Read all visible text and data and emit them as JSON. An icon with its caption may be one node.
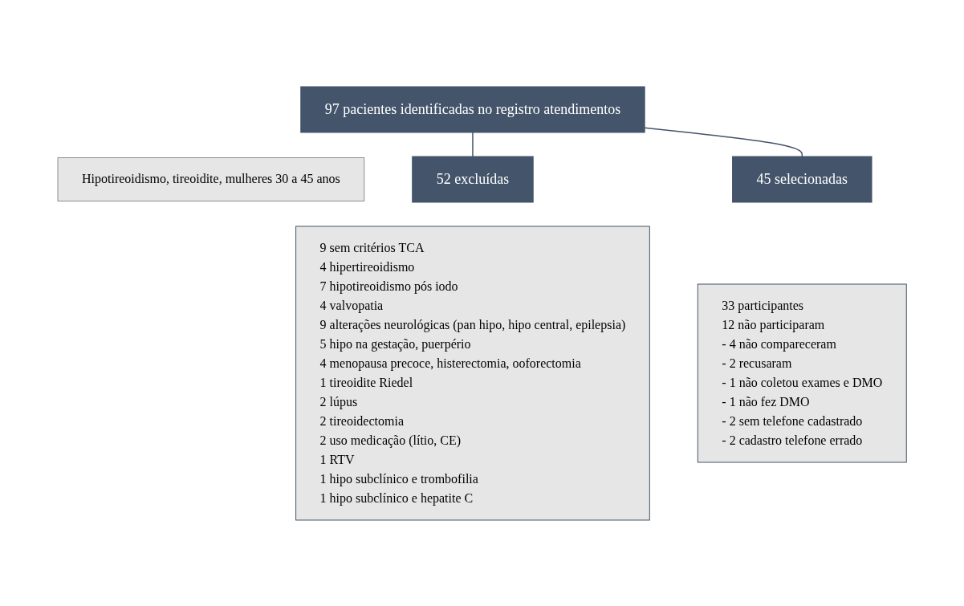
{
  "diagram": {
    "nodes": [
      {
        "text": [
          "97 pacientes identificadas no registro atendimentos"
        ]
      },
      {
        "text": [
          "Hipotireoidismo, tireoidite, mulheres 30 a 45 anos"
        ]
      },
      {
        "text": [
          "52 excluídas"
        ]
      },
      {
        "text": [
          "9 sem critérios TCA",
          "4 hipertireoidismo",
          "7 hipotireoidismo pós iodo",
          "4 valvopatia",
          "9 alterações neurológicas (pan hipo, hipo central, epilepsia)",
          "5 hipo na gestação, puerpério",
          "4 menopausa precoce, histerectomia, ooforectomia",
          "1 tireoidite Riedel",
          "2 lúpus",
          "2 tireoidectomia",
          "2 uso medicação (lítio, CE)",
          "1 RTV",
          "1 hipo subclínico e trombofilia",
          "1 hipo subclínico e hepatite C"
        ]
      },
      {
        "text": [
          "45 selecionadas"
        ]
      },
      {
        "text": [
          "33 participantes",
          "12 não participaram",
          "- 4 não compareceram",
          "- 2 recusaram",
          "- 1 não coletou exames e DMO",
          "- 1 não fez DMO",
          "- 2 sem telefone cadastrado",
          "- 2 cadastro telefone errado"
        ]
      }
    ],
    "edges": [
      {
        "from": 0,
        "to": 2,
        "arrow": "none"
      },
      {
        "from": 0,
        "to": 4,
        "arrow": "none"
      }
    ]
  }
}
